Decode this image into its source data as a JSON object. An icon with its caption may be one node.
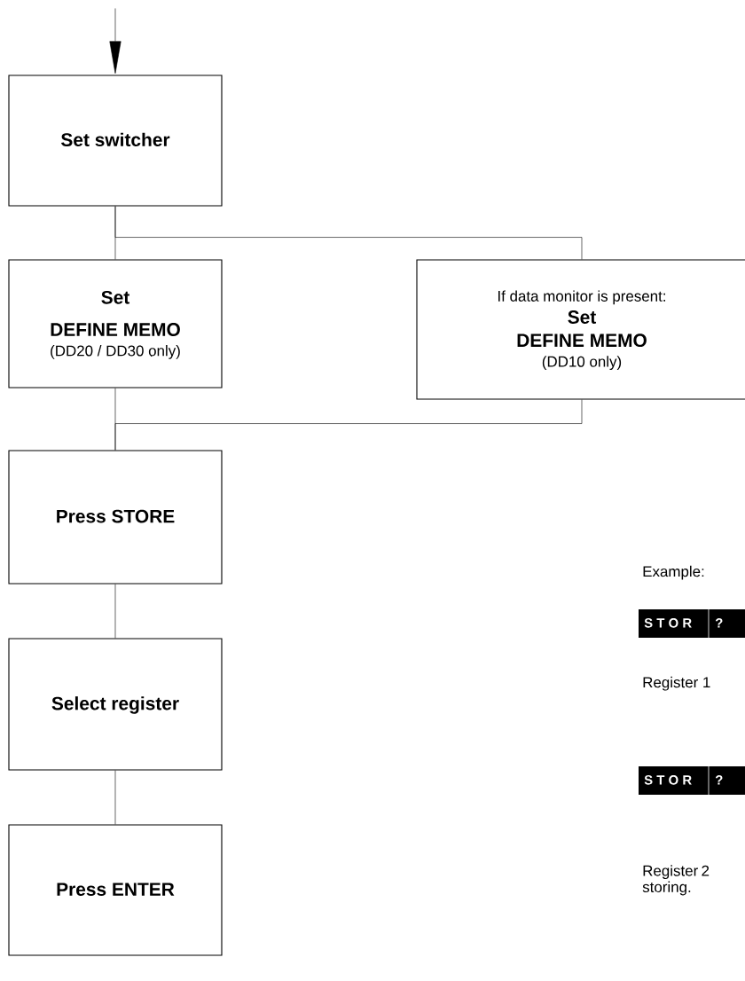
{
  "diagram": {
    "nodes": [
      {
        "text": [
          "Set switcher"
        ]
      },
      {
        "text": [
          "Set",
          "DEFINE MEMO",
          "(DD20 / DD30 only)"
        ]
      },
      {
        "text": [
          "If data monitor is present:",
          "Set",
          "DEFINE MEMO",
          "(DD10 only)"
        ]
      },
      {
        "text": [
          "Press STORE"
        ]
      },
      {
        "text": [
          "Select register"
        ]
      },
      {
        "text": [
          "Press ENTER"
        ]
      }
    ],
    "edges": [
      {
        "from": null,
        "to": 0,
        "arrow": "to"
      },
      {
        "from": 0,
        "to": 1,
        "arrow": "none"
      },
      {
        "from": 0,
        "to": 2,
        "arrow": "none"
      },
      {
        "from": 1,
        "to": 3,
        "arrow": "none"
      },
      {
        "from": 2,
        "to": 3,
        "arrow": "none"
      },
      {
        "from": 3,
        "to": 4,
        "arrow": "none"
      },
      {
        "from": 4,
        "to": 5,
        "arrow": "none"
      }
    ],
    "labels": [
      "Example:",
      "S T O R",
      "?",
      "Register 1",
      "S T O R",
      "?",
      "Register 2 storing."
    ]
  }
}
